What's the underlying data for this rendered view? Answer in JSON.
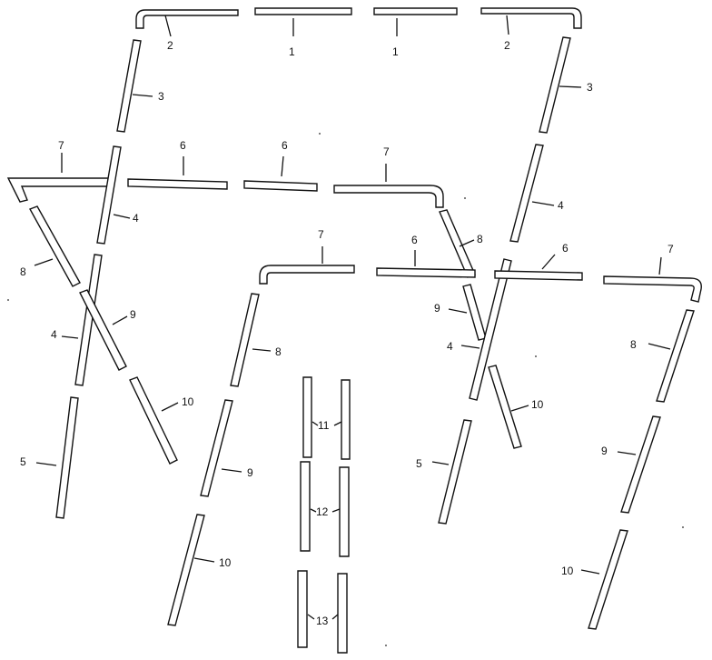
{
  "diagram": {
    "type": "exploded-parts-diagram",
    "background_color": "#ffffff",
    "line_color": "#111111"
  },
  "part_labels": {
    "l1a": "1",
    "l1b": "1",
    "l2a": "2",
    "l2b": "2",
    "l3a": "3",
    "l3b": "3",
    "l4a": "4",
    "l4b": "4",
    "l4c": "4",
    "l4d": "4",
    "l5a": "5",
    "l5b": "5",
    "l6a": "6",
    "l6b": "6",
    "l6c": "6",
    "l6d": "6",
    "l7a": "7",
    "l7b": "7",
    "l7c": "7",
    "l7d": "7",
    "l8a": "8",
    "l8b": "8",
    "l8c": "8",
    "l8d": "8",
    "l9a": "9",
    "l9b": "9",
    "l9c": "9",
    "l9d": "9",
    "l10a": "10",
    "l10b": "10",
    "l10c": "10",
    "l10d": "10",
    "l11": "11",
    "l12": "12",
    "l13": "13"
  }
}
